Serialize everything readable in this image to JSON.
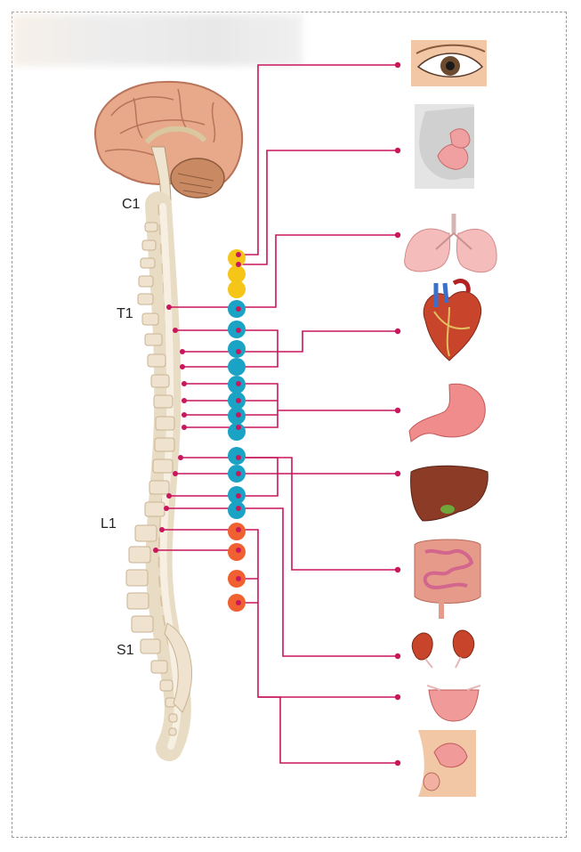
{
  "spine_levels": {
    "cervical": "C1",
    "thoracic": "T1",
    "lumbar": "L1",
    "sacral": "S1"
  },
  "colors": {
    "line": "#c8175d",
    "cervical_ganglia": "#f5c518",
    "thoracolumbar_ganglia": "#1aa3c4",
    "sacral_ganglia": "#f06030"
  },
  "organs": [
    {
      "id": "eye",
      "icon": "eye-icon"
    },
    {
      "id": "salivary-glands",
      "icon": "salivary-glands-icon"
    },
    {
      "id": "lungs",
      "icon": "lungs-icon"
    },
    {
      "id": "heart",
      "icon": "heart-icon"
    },
    {
      "id": "stomach",
      "icon": "stomach-icon"
    },
    {
      "id": "liver",
      "icon": "liver-icon"
    },
    {
      "id": "intestines",
      "icon": "intestines-icon"
    },
    {
      "id": "kidneys",
      "icon": "kidneys-icon"
    },
    {
      "id": "bladder",
      "icon": "bladder-icon"
    },
    {
      "id": "reproductive-organs",
      "icon": "reproductive-organs-icon"
    }
  ]
}
